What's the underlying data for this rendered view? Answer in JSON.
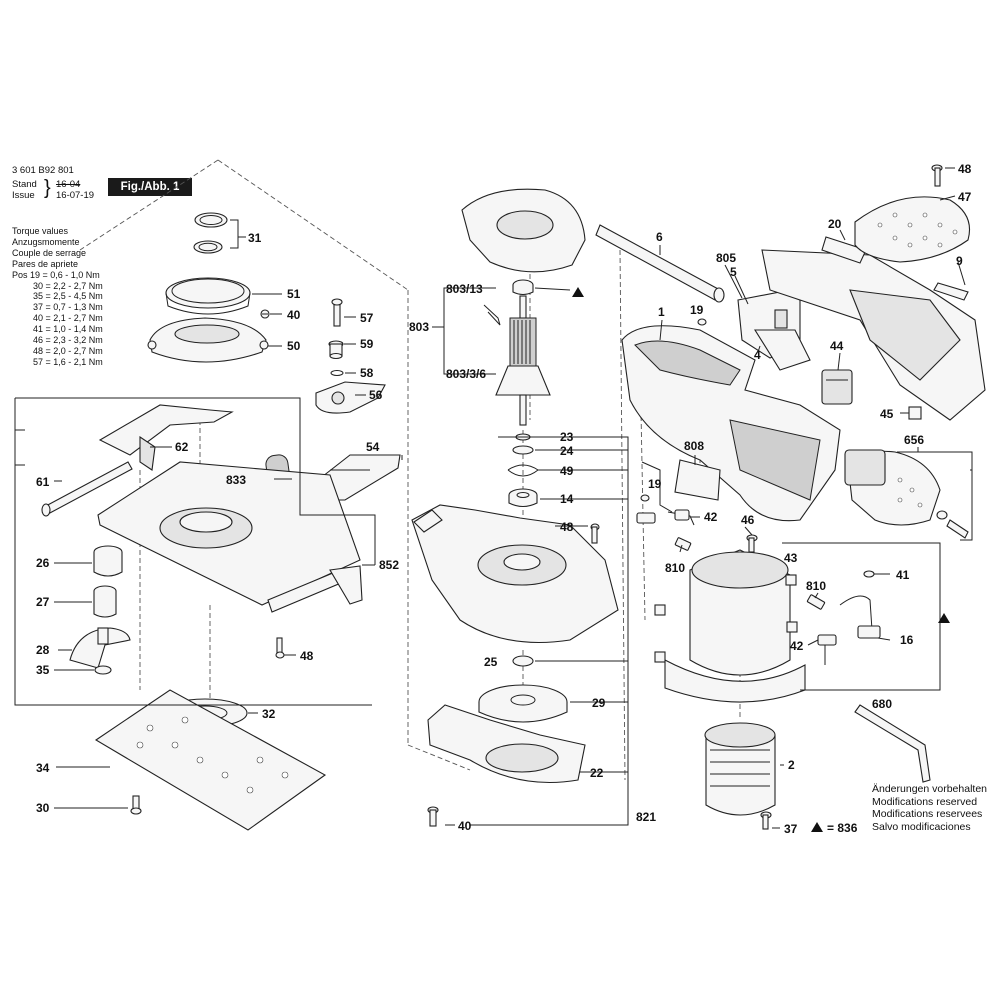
{
  "header": {
    "part_number": "3 601 B92 801",
    "stand_label": "Stand",
    "issue_label": "Issue",
    "stand_old": "16-04",
    "stand_new": "16-07-19",
    "fig_label": "Fig./Abb. 1"
  },
  "torque": {
    "lines": [
      "Torque values",
      "Anzugsmomente",
      "Couple de serrage",
      "Pares de apriete"
    ],
    "values": [
      "Pos 19 = 0,6 - 1,0 Nm",
      "30 = 2,2 - 2,7 Nm",
      "35 = 2,5 - 4,5 Nm",
      "37 = 0,7 - 1,3 Nm",
      "40 = 2,1 - 2,7 Nm",
      "41 = 1,0 - 1,4 Nm",
      "46 = 2,3 - 3,2 Nm",
      "48 = 2,0 - 2,7 Nm",
      "57 = 1,6 - 2,1 Nm"
    ]
  },
  "notes": [
    "Änderungen vorbehalten",
    "Modifications reserved",
    "Modifications reservees",
    "Salvo modificaciones"
  ],
  "legend": {
    "triangle_symbol": "▲",
    "triangle_value": "= 836"
  },
  "labels": {
    "l31": "31",
    "l51": "51",
    "l40a": "40",
    "l50": "50",
    "l57": "57",
    "l59": "59",
    "l58": "58",
    "l56": "56",
    "l62": "62",
    "l54": "54",
    "l61": "61",
    "l833": "833",
    "l26": "26",
    "l852": "852",
    "l27": "27",
    "l48a": "48",
    "l28": "28",
    "l35": "35",
    "l32": "32",
    "l34": "34",
    "l30": "30",
    "l803_13": "803/13",
    "l803": "803",
    "l803_3_6": "803/3/6",
    "l23": "23",
    "l24": "24",
    "l49": "49",
    "l14": "14",
    "l48b": "48",
    "l25": "25",
    "l29": "29",
    "l22": "22",
    "l40b": "40",
    "l821": "821",
    "l6": "6",
    "l805": "805",
    "l5": "5",
    "l19a": "19",
    "l1": "1",
    "l4": "4",
    "l20": "20",
    "l48c": "48",
    "l47": "47",
    "l9": "9",
    "l44": "44",
    "l45": "45",
    "l656": "656",
    "l808": "808",
    "l19b": "19",
    "l42a": "42",
    "l46": "46",
    "l810a": "810",
    "l43": "43",
    "l41": "41",
    "l810b": "810",
    "l42b": "42",
    "l16": "16",
    "l680": "680",
    "l2": "2",
    "l37": "37"
  }
}
